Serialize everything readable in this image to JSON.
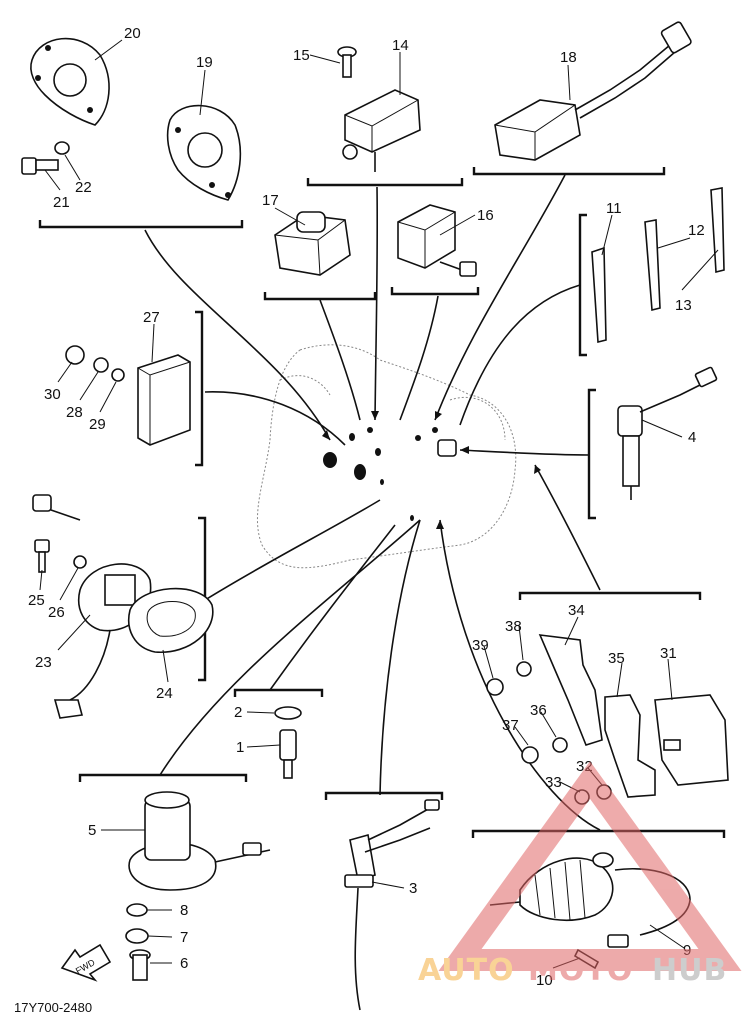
{
  "diagram": {
    "code": "17Y700-2480",
    "arrow_label": "FWD",
    "callouts": [
      {
        "id": "c1",
        "label": "1"
      },
      {
        "id": "c2",
        "label": "2"
      },
      {
        "id": "c3",
        "label": "3"
      },
      {
        "id": "c4",
        "label": "4"
      },
      {
        "id": "c5",
        "label": "5"
      },
      {
        "id": "c6",
        "label": "6"
      },
      {
        "id": "c7",
        "label": "7"
      },
      {
        "id": "c8",
        "label": "8"
      },
      {
        "id": "c9",
        "label": "9"
      },
      {
        "id": "c10",
        "label": "10"
      },
      {
        "id": "c11",
        "label": "11"
      },
      {
        "id": "c12",
        "label": "12"
      },
      {
        "id": "c13",
        "label": "13"
      },
      {
        "id": "c14",
        "label": "14"
      },
      {
        "id": "c15",
        "label": "15"
      },
      {
        "id": "c16",
        "label": "16"
      },
      {
        "id": "c17",
        "label": "17"
      },
      {
        "id": "c18",
        "label": "18"
      },
      {
        "id": "c19",
        "label": "19"
      },
      {
        "id": "c20",
        "label": "20"
      },
      {
        "id": "c21",
        "label": "21"
      },
      {
        "id": "c22",
        "label": "22"
      },
      {
        "id": "c23",
        "label": "23"
      },
      {
        "id": "c24",
        "label": "24"
      },
      {
        "id": "c25",
        "label": "25"
      },
      {
        "id": "c26",
        "label": "26"
      },
      {
        "id": "c27",
        "label": "27"
      },
      {
        "id": "c28",
        "label": "28"
      },
      {
        "id": "c29",
        "label": "29"
      },
      {
        "id": "c30",
        "label": "30"
      },
      {
        "id": "c31",
        "label": "31"
      },
      {
        "id": "c32",
        "label": "32"
      },
      {
        "id": "c33",
        "label": "33"
      },
      {
        "id": "c34",
        "label": "34"
      },
      {
        "id": "c35",
        "label": "35"
      },
      {
        "id": "c36",
        "label": "36"
      },
      {
        "id": "c37",
        "label": "37"
      },
      {
        "id": "c38",
        "label": "38"
      },
      {
        "id": "c39",
        "label": "39"
      }
    ]
  },
  "watermark": {
    "part1": "AUTO",
    "part2": "MOTO",
    "part3": "HUB",
    "color_orange": "#f5b041",
    "color_red": "#e06666",
    "color_gray": "#a6a6a6"
  }
}
